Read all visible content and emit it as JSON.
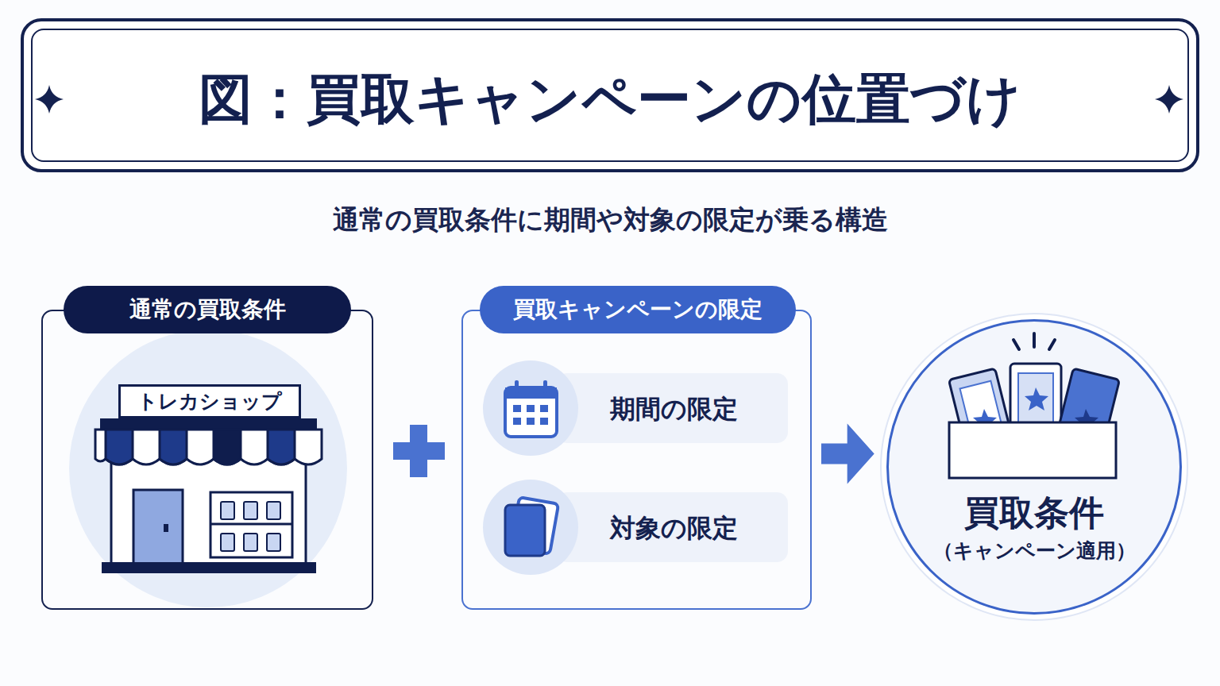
{
  "diagram": {
    "title": "図：買取キャンペーンの位置づけ",
    "nodes": [
      {
        "text": [
          "通常の買取条件"
        ]
      },
      {
        "text": [
          "トレカショップ"
        ],
        "in": 0
      },
      {
        "text": [
          "買取キャンペーンの限定"
        ]
      },
      {
        "text": [
          "期間の限定"
        ],
        "in": 2
      },
      {
        "text": [
          "対象の限定"
        ],
        "in": 2
      },
      {
        "text": [
          "買取条件",
          "（キャンペーン適用）"
        ]
      }
    ],
    "edges": [
      {
        "from": 2,
        "to": 5,
        "arrow": "to"
      }
    ],
    "labels": [
      "通常の買取条件に期間や対象の限定が乗る構造"
    ]
  }
}
